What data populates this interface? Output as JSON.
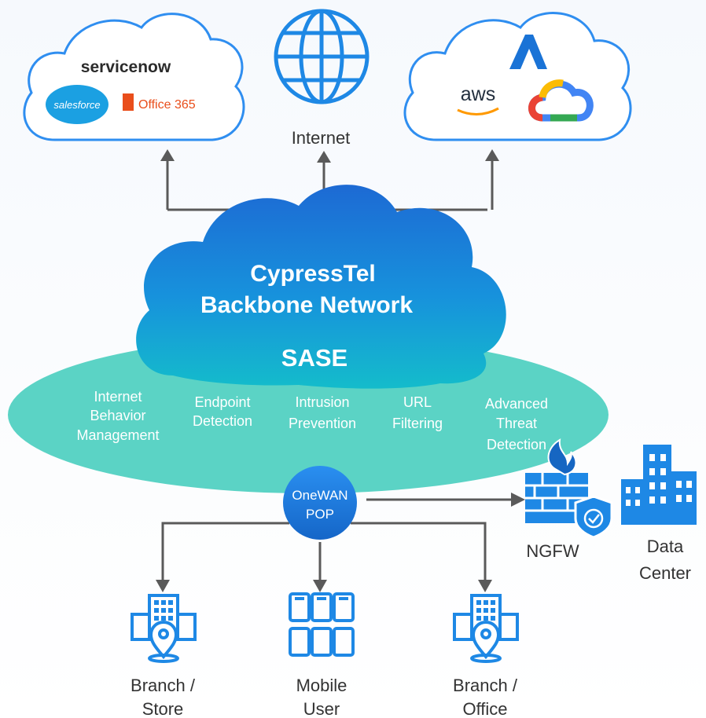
{
  "colors": {
    "cloud_stroke": "#2f8ef0",
    "backbone_top": "#1f6fd6",
    "backbone_bottom": "#13b8c9",
    "sase_ellipse": "#58d2c4",
    "pop": "#1a7fe0",
    "arrow": "#555555",
    "icon_blue": "#1e88e5"
  },
  "saas_cloud": {
    "servicenow": "servicenow",
    "salesforce": "salesforce",
    "office": "Office 365"
  },
  "internet": {
    "label": "Internet",
    "icon": "globe-icon"
  },
  "iaas_cloud": {
    "aws": "aws",
    "azure_icon": "azure-logo",
    "gcp_icon": "google-cloud-logo"
  },
  "backbone": {
    "line1": "CypressTel",
    "line2": "Backbone Network"
  },
  "sase": {
    "title": "SASE",
    "features": [
      {
        "lines": [
          "Internet",
          "Behavior",
          "Management"
        ]
      },
      {
        "lines": [
          "Endpoint",
          "Detection"
        ]
      },
      {
        "lines": [
          "Intrusion",
          "Prevention"
        ]
      },
      {
        "lines": [
          "URL",
          "Filtering"
        ]
      },
      {
        "lines": [
          "Advanced",
          "Threat",
          "Detection"
        ]
      }
    ]
  },
  "pop": {
    "line1": "OneWAN",
    "line2": "POP"
  },
  "ngfw": {
    "label": "NGFW",
    "icon": "firewall-icon"
  },
  "datacenter": {
    "line1": "Data",
    "line2": "Center",
    "icon": "building-icon"
  },
  "branches": [
    {
      "line1": "Branch /",
      "line2": "Store",
      "icon": "building-location-icon"
    },
    {
      "line1": "Mobile",
      "line2": "User",
      "icon": "mobile-devices-icon"
    },
    {
      "line1": "Branch /",
      "line2": "Office",
      "icon": "building-location-icon"
    }
  ]
}
